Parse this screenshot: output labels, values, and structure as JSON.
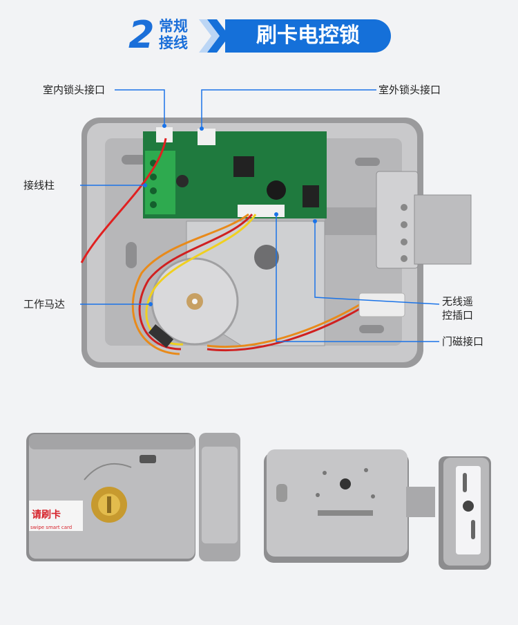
{
  "banner": {
    "number": "2",
    "small_line1": "常规",
    "small_line2": "接线",
    "title": "刷卡电控锁"
  },
  "callouts": {
    "indoor_port": "室内锁头接口",
    "outdoor_port": "室外锁头接口",
    "terminal": "接线柱",
    "motor": "工作马达",
    "remote_line1": "无线遥",
    "remote_line2": "控插口",
    "door_sensor": "门磁接口"
  },
  "front_lock": {
    "sticker_title": "请刷卡",
    "sticker_sub": "swipe smart card"
  },
  "colors": {
    "accent_blue": "#1570d9",
    "steel": "#a9a9ab",
    "pcb_green": "#1f7a3e"
  }
}
